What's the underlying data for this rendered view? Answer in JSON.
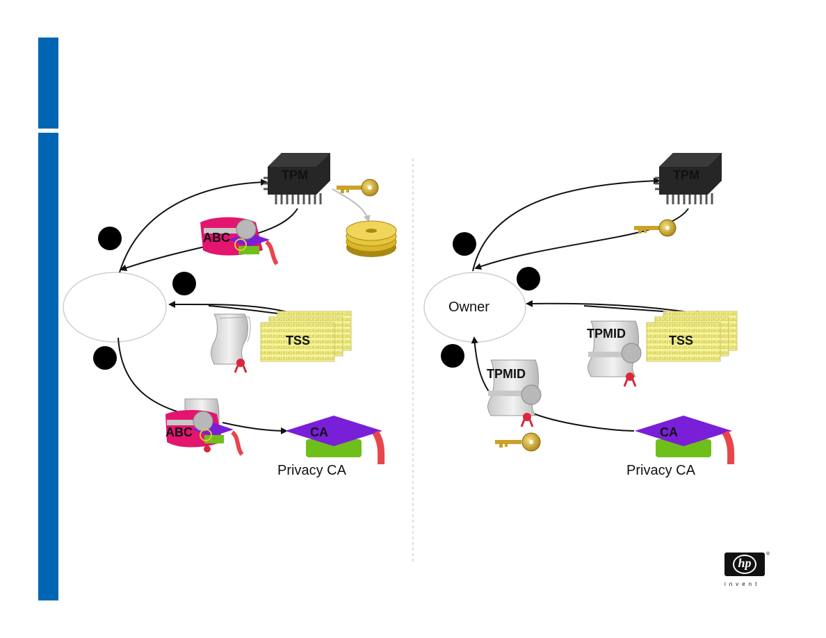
{
  "left": {
    "tpm_label": "TPM",
    "abc_top_label": "ABC",
    "tss_label": "TSS",
    "abc_bottom_label": "ABC",
    "ca_label": "CA",
    "privacy_ca_label": "Privacy CA"
  },
  "right": {
    "tpm_label": "TPM",
    "owner_label": "Owner",
    "tpmid_mid_label": "TPMID",
    "tss_label": "TSS",
    "tpmid_bottom_label": "TPMID",
    "ca_label": "CA",
    "privacy_ca_label": "Privacy CA"
  },
  "logo": {
    "mark": "hp",
    "tagline": "invent",
    "registered": "®"
  },
  "colors": {
    "sidebar": "#0066b3",
    "cap_purple": "#7a1fd8",
    "cap_green": "#6fbf1a",
    "tassel_red": "#e8464c",
    "key_gold": "#c9a227",
    "disk_gold": "#d9b62a",
    "code_yellow": "#f3f08c",
    "chip_dark": "#262626",
    "abc_magenta": "#e3156f"
  },
  "icons": [
    "tpm-chip-icon",
    "key-icon",
    "disk-icon",
    "certificate-scroll-icon",
    "graduation-cap-icon",
    "data-sheet-icon",
    "step-marker-icon"
  ]
}
